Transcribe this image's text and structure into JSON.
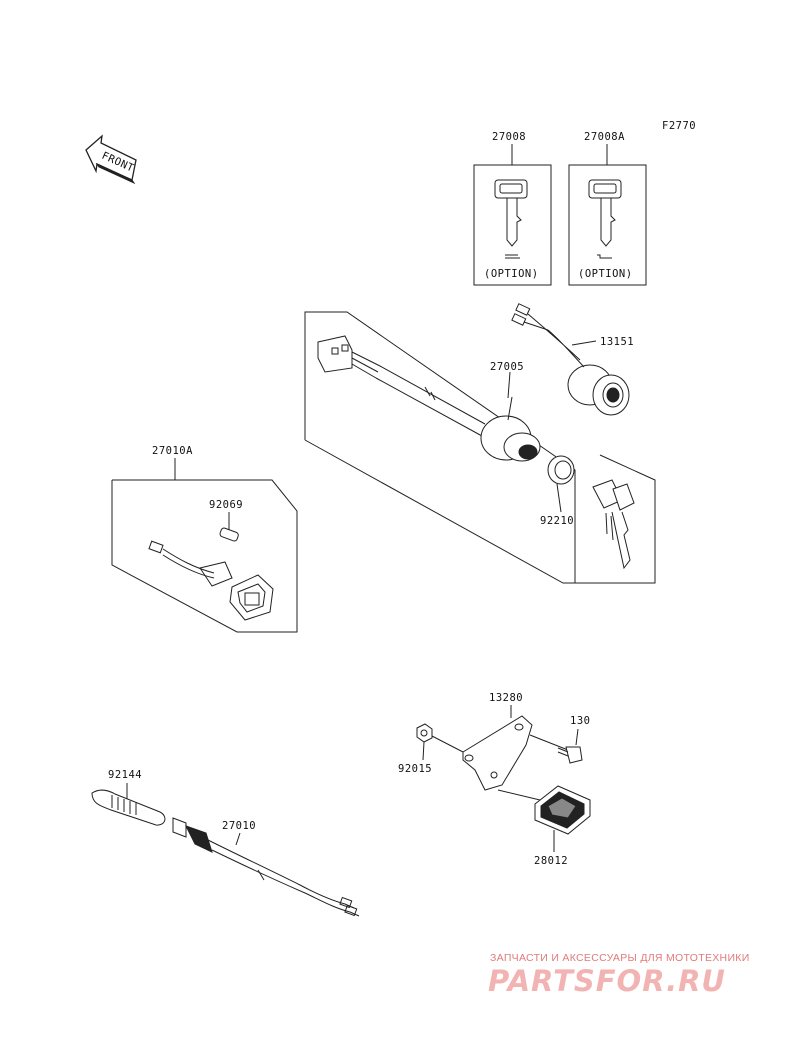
{
  "figure_code": "F2770",
  "front_label": "FRONT",
  "option_text": "(OPTION)",
  "parts": {
    "key_a": "27008",
    "key_b": "27008A",
    "switch_assy": "27005",
    "lock_cover": "13151",
    "nut_ring": "92210",
    "box_assy": "27010A",
    "bulb": "92069",
    "cable_tie": "92144",
    "harness": "27010",
    "bracket": "13280",
    "bolt": "130",
    "nut": "92015",
    "plate": "28012"
  },
  "watermark": {
    "tagline": "ЗАПЧАСТИ И АКСЕССУАРЫ ДЛЯ МОТОТЕХНИКИ",
    "logo": "PARTSFOR.RU"
  }
}
